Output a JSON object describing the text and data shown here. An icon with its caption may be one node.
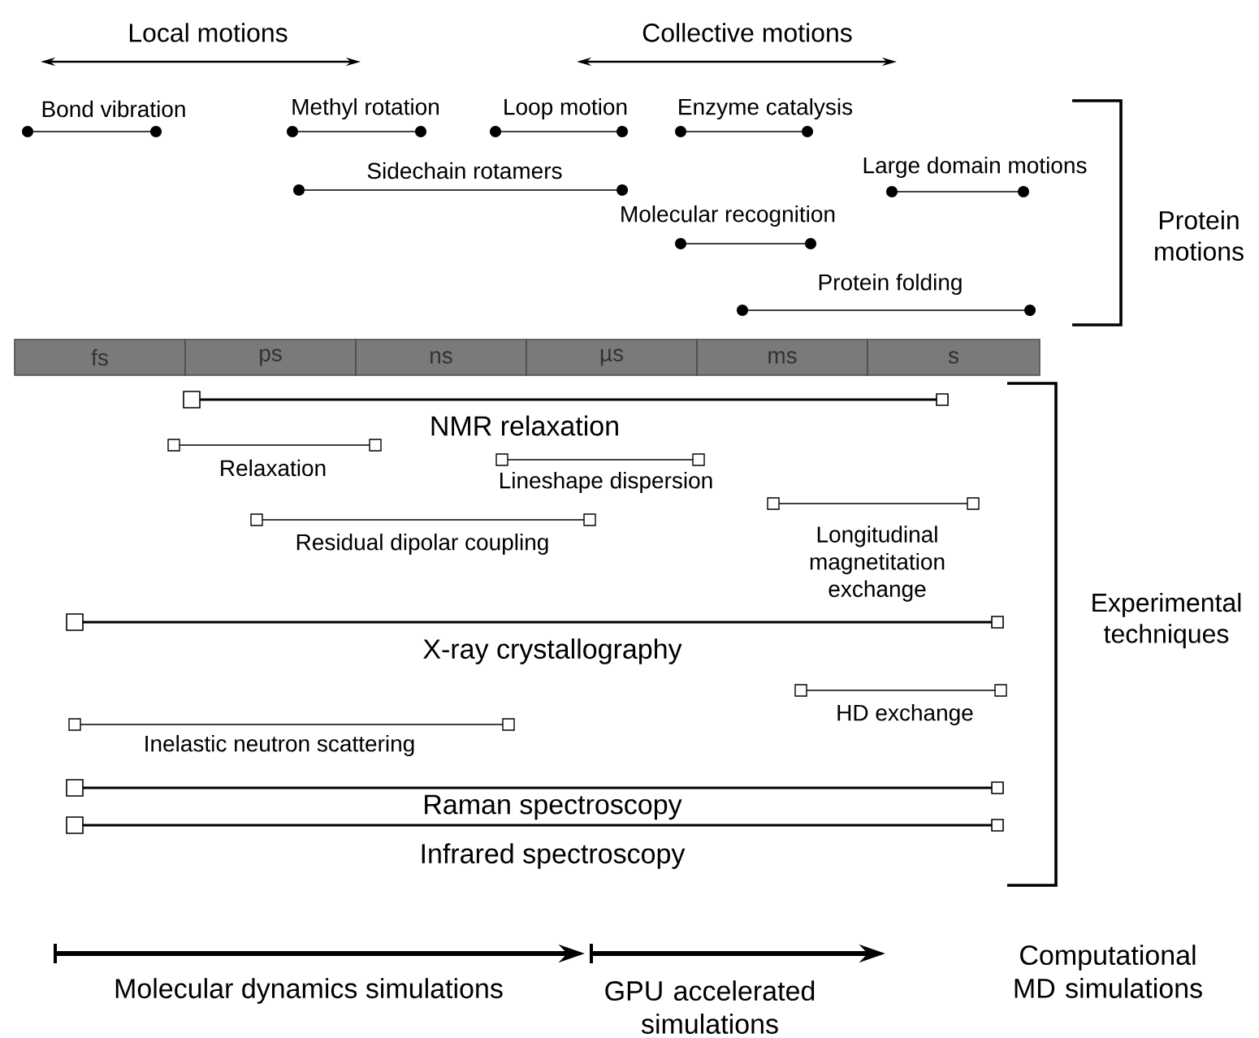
{
  "diagram": {
    "nodes": [
      {
        "text": [
          "fs"
        ]
      },
      {
        "text": [
          "ps"
        ]
      },
      {
        "text": [
          "ns"
        ]
      },
      {
        "text": [
          "µs"
        ]
      },
      {
        "text": [
          "ms"
        ]
      },
      {
        "text": [
          "s"
        ]
      }
    ],
    "labels": [
      "Local motions",
      "Collective motions",
      "Bond vibration",
      "Methyl rotation",
      "Loop motion",
      "Enzyme catalysis",
      "Sidechain rotamers",
      "Large domain motions",
      "Protein motions",
      "Molecular recognition",
      "Protein folding",
      "NMR relaxation",
      "Relaxation",
      "Lineshape dispersion",
      "Residual dipolar coupling",
      "Longitudinal magnetitation exchange",
      "Experimental techniques",
      "X-ray crystallography",
      "HD exchange",
      "Inelastic neutron scattering",
      "Raman spectroscopy",
      "Infrared spectroscopy",
      "Molecular dynamics simulations",
      "GPU accelerated simulations",
      "Computational MD simulations"
    ]
  }
}
